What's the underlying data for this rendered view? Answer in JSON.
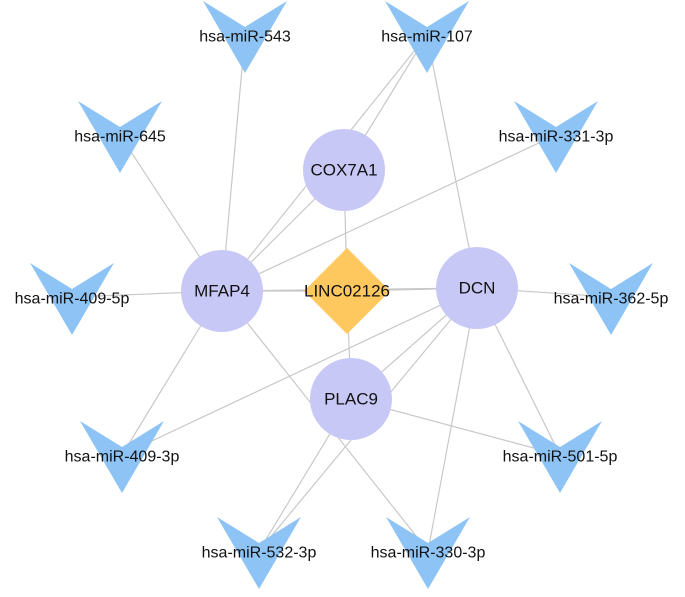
{
  "colors": {
    "mirna": "#8ec4f5",
    "gene": "#c8c8f7",
    "lncrna": "#ffc85e",
    "edge": "#c8c8c8"
  },
  "nodes": {
    "lncrna": [
      {
        "id": "LINC02126",
        "label": "LINC02126"
      }
    ],
    "genes": [
      {
        "id": "COX7A1",
        "label": "COX7A1"
      },
      {
        "id": "MFAP4",
        "label": "MFAP4"
      },
      {
        "id": "DCN",
        "label": "DCN"
      },
      {
        "id": "PLAC9",
        "label": "PLAC9"
      }
    ],
    "mirnas": [
      {
        "id": "hsa-miR-543",
        "label": "hsa-miR-543"
      },
      {
        "id": "hsa-miR-107",
        "label": "hsa-miR-107"
      },
      {
        "id": "hsa-miR-645",
        "label": "hsa-miR-645"
      },
      {
        "id": "hsa-miR-331-3p",
        "label": "hsa-miR-331-3p"
      },
      {
        "id": "hsa-miR-409-5p",
        "label": "hsa-miR-409-5p"
      },
      {
        "id": "hsa-miR-362-5p",
        "label": "hsa-miR-362-5p"
      },
      {
        "id": "hsa-miR-409-3p",
        "label": "hsa-miR-409-3p"
      },
      {
        "id": "hsa-miR-501-5p",
        "label": "hsa-miR-501-5p"
      },
      {
        "id": "hsa-miR-532-3p",
        "label": "hsa-miR-532-3p"
      },
      {
        "id": "hsa-miR-330-3p",
        "label": "hsa-miR-330-3p"
      }
    ]
  },
  "edges": [
    [
      "LINC02126",
      "COX7A1"
    ],
    [
      "LINC02126",
      "MFAP4"
    ],
    [
      "LINC02126",
      "DCN"
    ],
    [
      "LINC02126",
      "PLAC9"
    ],
    [
      "MFAP4",
      "COX7A1"
    ],
    [
      "MFAP4",
      "DCN"
    ],
    [
      "PLAC9",
      "DCN"
    ],
    [
      "MFAP4",
      "hsa-miR-543"
    ],
    [
      "MFAP4",
      "hsa-miR-645"
    ],
    [
      "MFAP4",
      "hsa-miR-409-5p"
    ],
    [
      "MFAP4",
      "hsa-miR-409-3p"
    ],
    [
      "MFAP4",
      "hsa-miR-330-3p"
    ],
    [
      "MFAP4",
      "hsa-miR-331-3p"
    ],
    [
      "MFAP4",
      "hsa-miR-107"
    ],
    [
      "COX7A1",
      "hsa-miR-107"
    ],
    [
      "DCN",
      "hsa-miR-107"
    ],
    [
      "DCN",
      "hsa-miR-362-5p"
    ],
    [
      "DCN",
      "hsa-miR-409-3p"
    ],
    [
      "DCN",
      "hsa-miR-501-5p"
    ],
    [
      "DCN",
      "hsa-miR-330-3p"
    ],
    [
      "DCN",
      "hsa-miR-532-3p"
    ],
    [
      "PLAC9",
      "hsa-miR-501-5p"
    ],
    [
      "PLAC9",
      "hsa-miR-532-3p"
    ]
  ]
}
